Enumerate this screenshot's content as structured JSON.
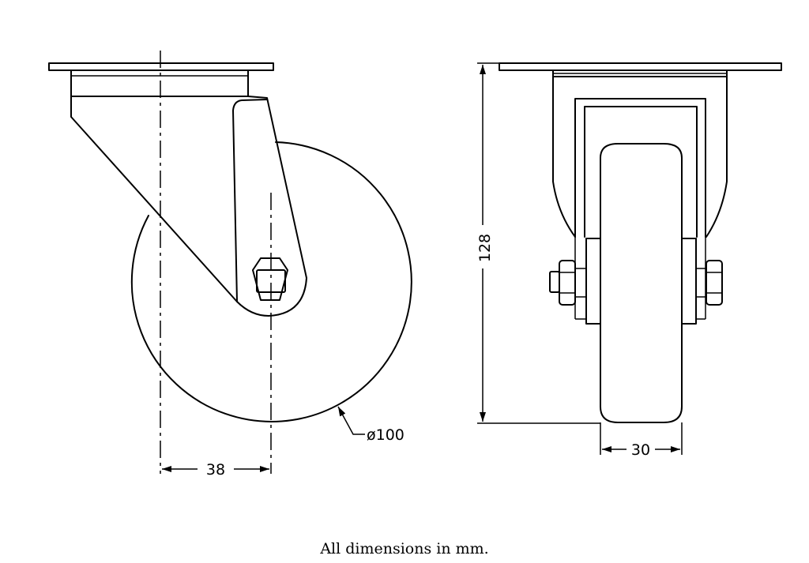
{
  "drawing": {
    "left_view": {
      "offset_dimension": "38",
      "diameter_label": "ø100"
    },
    "right_view": {
      "height_dimension": "128",
      "width_dimension": "30"
    },
    "footer_note": "All dimensions in mm."
  }
}
